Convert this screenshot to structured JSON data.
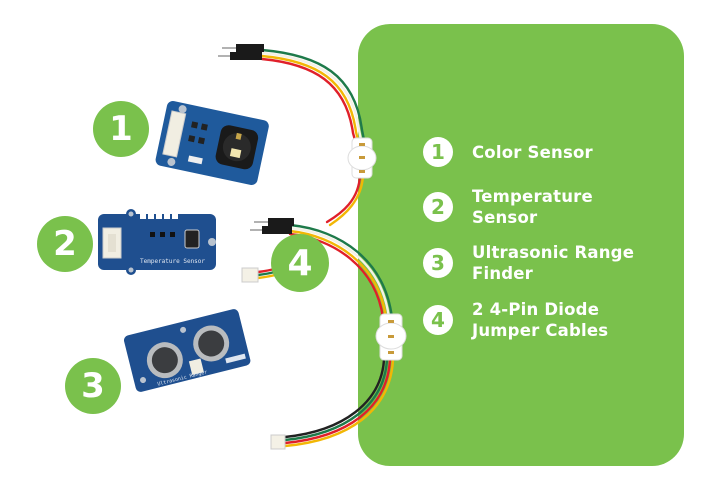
{
  "legend": {
    "items": [
      {
        "number": "1",
        "label": "Color Sensor"
      },
      {
        "number": "2",
        "label": "Temperature Sensor"
      },
      {
        "number": "3",
        "label": "Ultrasonic Range Finder"
      },
      {
        "number": "4",
        "label": "2 4-Pin Diode Jumper Cables"
      }
    ]
  },
  "badges": {
    "color_sensor": "1",
    "temperature_sensor": "2",
    "ultrasonic": "3",
    "cables": "4"
  },
  "boards": {
    "temperature_label": "Temperature Sensor",
    "ultrasonic_label": "Ultrasonic Ranger"
  },
  "colors": {
    "brand_green": "#7ac14c",
    "board_blue": "#1f4f8f",
    "wire_red": "#e0202a",
    "wire_yellow": "#f2b705",
    "wire_green": "#1e7a4a",
    "wire_white": "#f4f1e6"
  }
}
